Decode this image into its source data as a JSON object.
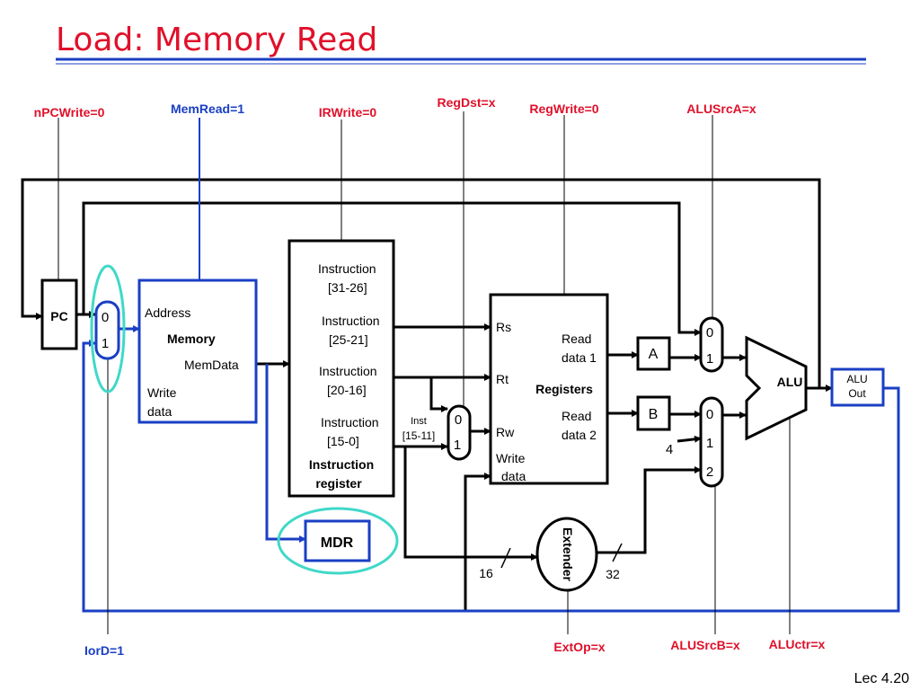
{
  "slide": {
    "title": "Load: Memory Read",
    "footer": "Lec 4.20"
  },
  "colors": {
    "title": "#e0102a",
    "control_red": "#e0102a",
    "control_blue": "#1a3fc4",
    "highlight": "#40d8c8",
    "wire_blue": "#1a3fc4",
    "wire_black": "#000000"
  },
  "control_signals": {
    "npcwrite": "nPCWrite=0",
    "memread": "MemRead=1",
    "irwrite": "IRWrite=0",
    "regdst": "RegDst=x",
    "regwrite": "RegWrite=0",
    "alusrca": "ALUSrcA=x",
    "iord": "IorD=1",
    "extop": "ExtOp=x",
    "alusrcb": "ALUSrcB=x",
    "aluctr": "ALUctr=x"
  },
  "pc": {
    "label": "PC"
  },
  "mux_iord": {
    "in0": "0",
    "in1": "1"
  },
  "memory": {
    "address": "Address",
    "name": "Memory",
    "memdata": "MemData",
    "write_data_1": "Write",
    "write_data_2": "data"
  },
  "ir": {
    "f1_a": "Instruction",
    "f1_b": "[31-26]",
    "f2_a": "Instruction",
    "f2_b": "[25-21]",
    "f3_a": "Instruction",
    "f3_b": "[20-16]",
    "f4_a": "Instruction",
    "f4_b": "[15-0]",
    "name_1": "Instruction",
    "name_2": "register"
  },
  "mux_regdst": {
    "inst_1": "Inst",
    "inst_2": "[15-11]",
    "in0": "0",
    "in1": "1"
  },
  "registers": {
    "rs": "Rs",
    "rt": "Rt",
    "rw": "Rw",
    "write_1": "Write",
    "write_2": "data",
    "read1_a": "Read",
    "read1_b": "data 1",
    "read2_a": "Read",
    "read2_b": "data 2",
    "name": "Registers"
  },
  "reg_a": {
    "label": "A"
  },
  "reg_b": {
    "label": "B"
  },
  "mux_alusrca": {
    "in0": "0",
    "in1": "1"
  },
  "mux_alusrcb": {
    "in0": "0",
    "in1": "1",
    "in2": "2",
    "const4": "4"
  },
  "alu": {
    "label": "ALU"
  },
  "aluout": {
    "line1": "ALU",
    "line2": "Out"
  },
  "mdr": {
    "label": "MDR"
  },
  "extender": {
    "label": "Extender",
    "width_in": "16",
    "width_out": "32"
  }
}
